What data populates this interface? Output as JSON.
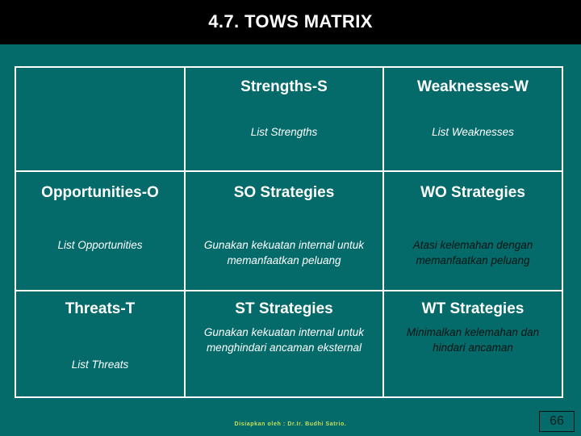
{
  "slide": {
    "title": "4.7. TOWS MATRIX",
    "background_color": "#046A6A",
    "title_band_color": "#000000",
    "title_text_color": "#FFFFFF",
    "border_color": "#FFFFFF",
    "page_number": "66",
    "footer_credit": "Disiapkan oleh : Dr.Ir. Budhi Satrio.",
    "footer_color": "#C8E05A"
  },
  "matrix": {
    "name": "TOWS Matrix",
    "rows": [
      {
        "row_name": "header-row",
        "cells": [
          {
            "heading": "",
            "sub": ""
          },
          {
            "heading": "Strengths-S",
            "sub": "List Strengths",
            "sub_style": "light"
          },
          {
            "heading": "Weaknesses-W",
            "sub": "List Weaknesses",
            "sub_style": "light"
          }
        ]
      },
      {
        "row_name": "opportunities-row",
        "cells": [
          {
            "heading": "Opportunities-O",
            "sub": "List Opportunities",
            "sub_style": "light"
          },
          {
            "heading": "SO Strategies",
            "sub": "Gunakan kekuatan internal untuk memanfaatkan peluang",
            "sub_style": "light"
          },
          {
            "heading": "WO Strategies",
            "sub": "Atasi kelemahan dengan memanfaatkan peluang",
            "sub_style": "dark"
          }
        ]
      },
      {
        "row_name": "threats-row",
        "cells": [
          {
            "heading": "Threats-T",
            "sub": "List Threats",
            "sub_style": "light"
          },
          {
            "heading": "ST Strategies",
            "sub": "Gunakan kekuatan internal untuk menghindari ancaman eksternal",
            "sub_style": "light"
          },
          {
            "heading": "WT Strategies",
            "sub": "Minimalkan kelemahan dan hindari ancaman",
            "sub_style": "dark"
          }
        ]
      }
    ]
  }
}
